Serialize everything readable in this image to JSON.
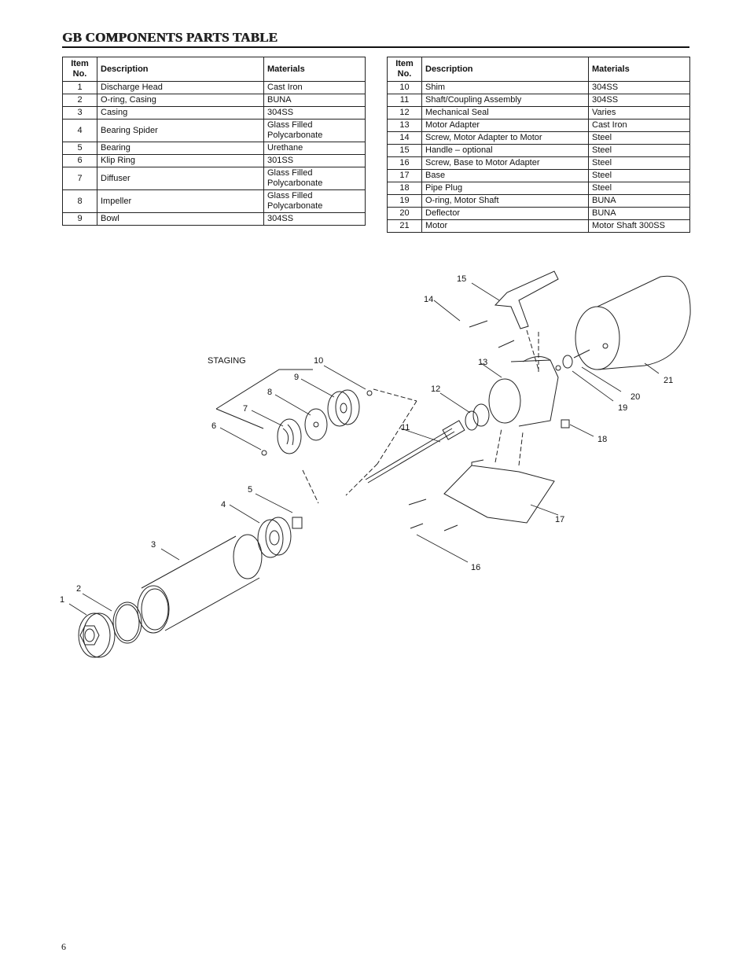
{
  "title": "GB COMPONENTS PARTS TABLE",
  "headers": {
    "item": "Item No.",
    "description": "Description",
    "materials": "Materials"
  },
  "left_rows": [
    {
      "item": "1",
      "description": "Discharge Head",
      "materials": "Cast Iron"
    },
    {
      "item": "2",
      "description": "O-ring, Casing",
      "materials": "BUNA"
    },
    {
      "item": "3",
      "description": "Casing",
      "materials": "304SS"
    },
    {
      "item": "4",
      "description": "Bearing Spider",
      "materials": "Glass Filled Polycarbonate"
    },
    {
      "item": "5",
      "description": "Bearing",
      "materials": "Urethane"
    },
    {
      "item": "6",
      "description": "Klip Ring",
      "materials": "301SS"
    },
    {
      "item": "7",
      "description": "Diffuser",
      "materials": "Glass Filled Polycarbonate"
    },
    {
      "item": "8",
      "description": "Impeller",
      "materials": "Glass Filled Polycarbonate"
    },
    {
      "item": "9",
      "description": "Bowl",
      "materials": "304SS"
    }
  ],
  "right_rows": [
    {
      "item": "10",
      "description": "Shim",
      "materials": "304SS"
    },
    {
      "item": "11",
      "description": "Shaft/Coupling Assembly",
      "materials": "304SS"
    },
    {
      "item": "12",
      "description": "Mechanical Seal",
      "materials": "Varies"
    },
    {
      "item": "13",
      "description": "Motor Adapter",
      "materials": "Cast Iron"
    },
    {
      "item": "14",
      "description": "Screw, Motor Adapter to Motor",
      "materials": "Steel"
    },
    {
      "item": "15",
      "description": "Handle – optional",
      "materials": "Steel"
    },
    {
      "item": "16",
      "description": "Screw, Base to Motor Adapter",
      "materials": "Steel"
    },
    {
      "item": "17",
      "description": "Base",
      "materials": "Steel"
    },
    {
      "item": "18",
      "description": "Pipe Plug",
      "materials": "Steel"
    },
    {
      "item": "19",
      "description": "O-ring, Motor Shaft",
      "materials": "BUNA"
    },
    {
      "item": "20",
      "description": "Deflector",
      "materials": "BUNA"
    },
    {
      "item": "21",
      "description": "Motor",
      "materials": "Motor Shaft 300SS"
    }
  ],
  "diagram_labels": {
    "staging": "STAGING",
    "n1": "1",
    "n2": "2",
    "n3": "3",
    "n4": "4",
    "n5": "5",
    "n6": "6",
    "n7": "7",
    "n8": "8",
    "n9": "9",
    "n10": "10",
    "n11": "11",
    "n12": "12",
    "n13": "13",
    "n14": "14",
    "n15": "15",
    "n16": "16",
    "n17": "17",
    "n18": "18",
    "n19": "19",
    "n20": "20",
    "n21": "21"
  },
  "page_number": "6"
}
